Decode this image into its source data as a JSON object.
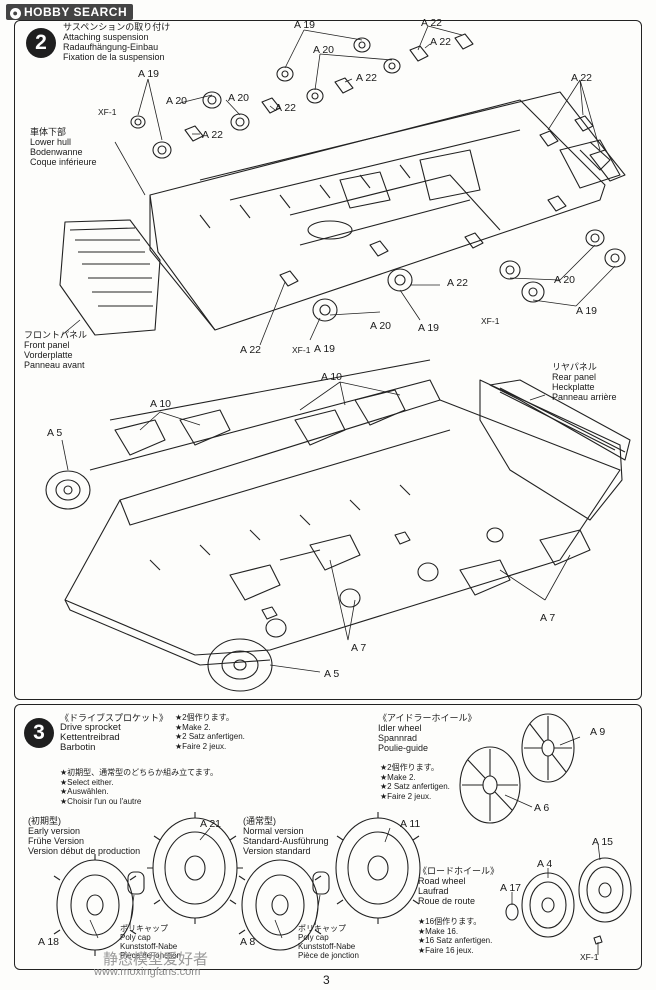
{
  "site_logo": "HOBBY SEARCH",
  "step2": {
    "number": "2",
    "title": [
      "サスペンションの取り付け",
      "Attaching suspension",
      "Radaufhängung-Einbau",
      "Fixation de la suspension"
    ],
    "lower_hull": [
      "車体下部",
      "Lower hull",
      "Bodenwanne",
      "Coque inférieure"
    ],
    "front_panel": [
      "フロントパネル",
      "Front panel",
      "Vorderplatte",
      "Panneau avant"
    ],
    "rear_panel": [
      "リヤパネル",
      "Rear panel",
      "Heckplatte",
      "Panneau arrière"
    ],
    "parts": {
      "a19": "A 19",
      "a20": "A 20",
      "a22": "A 22",
      "xf1": "XF-1",
      "a10": "A 10",
      "a5": "A 5",
      "a7": "A 7"
    }
  },
  "step3": {
    "number": "3",
    "drive_sprocket": [
      "《ドライブスプロケット》",
      "Drive sprocket",
      "Kettentreibrad",
      "Barbotin"
    ],
    "make2": [
      "★2個作ります。",
      "★Make 2.",
      "★2 Satz anfertigen.",
      "★Faire 2 jeux."
    ],
    "select_either": [
      "★初期型、通常型のどちらか組み立てます。",
      "★Select either.",
      "★Auswählen.",
      "★Choisir l'un ou l'autre"
    ],
    "early": [
      "(初期型)",
      "Early version",
      "Frühe Version",
      "Version début de production"
    ],
    "normal": [
      "(通常型)",
      "Normal version",
      "Standard-Ausführung",
      "Version standard"
    ],
    "poly_cap": [
      "ポリキャップ",
      "Poly cap",
      "Kunststoff-Nabe",
      "Pièce de jonction"
    ],
    "idler": [
      "《アイドラーホイール》",
      "Idler wheel",
      "Spannrad",
      "Poulie-guide"
    ],
    "idler_make2": [
      "★2個作ります。",
      "★Make 2.",
      "★2 Satz anfertigen.",
      "★Faire 2 jeux."
    ],
    "road_wheel": [
      "《ロードホイール》",
      "Road wheel",
      "Laufrad",
      "Roue de route"
    ],
    "road_make16": [
      "★16個作ります。",
      "★Make 16.",
      "★16 Satz anfertigen.",
      "★Faire 16 jeux."
    ],
    "parts": {
      "a21": "A 21",
      "a18": "A 18",
      "a11": "A 11",
      "a8": "A 8",
      "a9": "A 9",
      "a6": "A 6",
      "a15": "A 15",
      "a4": "A 4",
      "a17": "A 17",
      "xf1": "XF-1"
    }
  },
  "page_number": "3",
  "watermark_url": "www.moxingfans.com",
  "watermark_cn": "静态模型爱好者"
}
